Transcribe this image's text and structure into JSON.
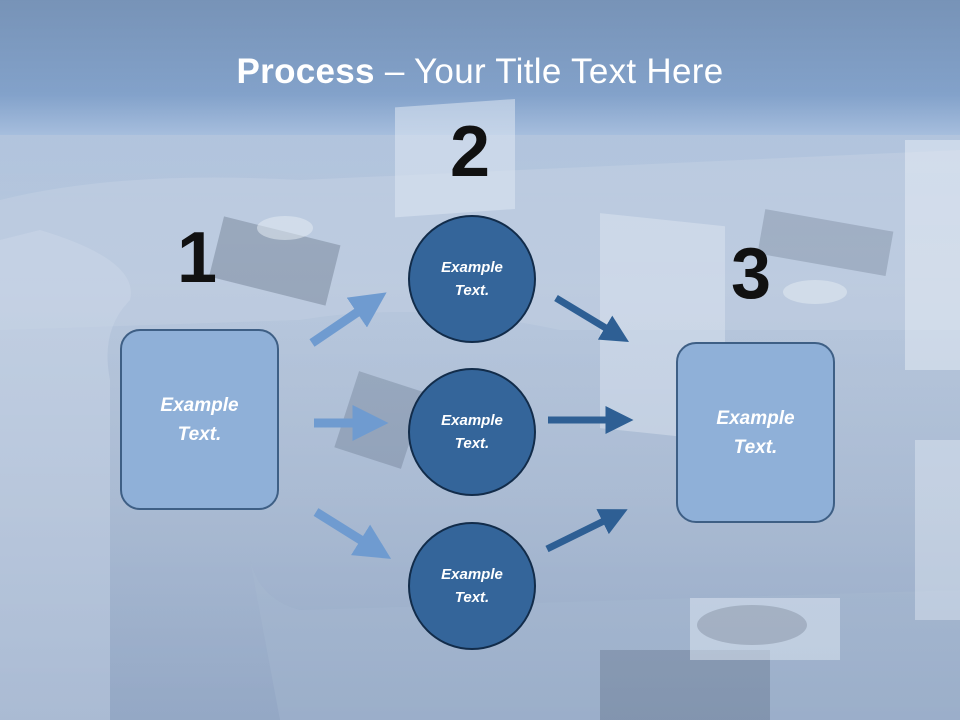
{
  "slide": {
    "title_bold": "Process",
    "title_rest": " – Your Title Text Here"
  },
  "steps": {
    "one": {
      "number": "1",
      "box_text_line1": "Example",
      "box_text_line2": "Text."
    },
    "two": {
      "number": "2",
      "circles": [
        {
          "line1": "Example",
          "line2": "Text."
        },
        {
          "line1": "Example",
          "line2": "Text."
        },
        {
          "line1": "Example",
          "line2": "Text."
        }
      ]
    },
    "three": {
      "number": "3",
      "box_text_line1": "Example",
      "box_text_line2": "Text."
    }
  },
  "colors": {
    "left_arrows": "#6f9bd0",
    "right_arrows": "#2e5f94",
    "box_fill": "#8fb0d8",
    "circle_fill": "#34659a"
  }
}
